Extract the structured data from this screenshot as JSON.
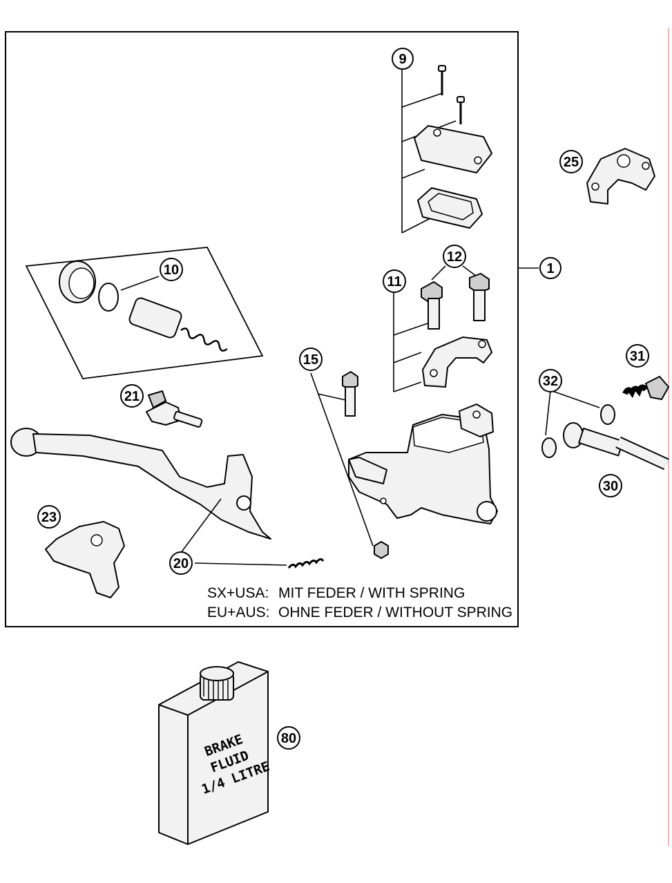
{
  "callouts": {
    "c1": "1",
    "c9": "9",
    "c10": "10",
    "c11": "11",
    "c12": "12",
    "c15": "15",
    "c20": "20",
    "c21": "21",
    "c23": "23",
    "c25": "25",
    "c30": "30",
    "c31": "31",
    "c32": "32",
    "c80": "80"
  },
  "note": {
    "line1_region": "SX+USA:",
    "line1_text": "MIT FEDER / WITH SPRING",
    "line2_region": "EU+AUS:",
    "line2_text": "OHNE FEDER / WITHOUT SPRING"
  },
  "bottle": {
    "line1": "BRAKE",
    "line2": "FLUID",
    "line3": "1/4 LITRE"
  },
  "colors": {
    "ink": "#000000",
    "part_fill": "#f2f2f2",
    "margin_line": "#e8a0a0"
  }
}
